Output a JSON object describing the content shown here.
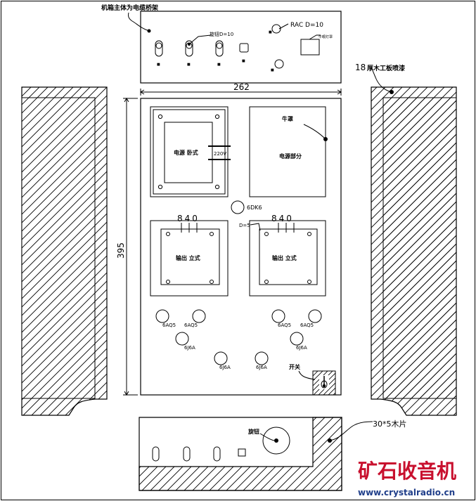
{
  "labels": {
    "chassis_note": "机箱主体为电缆桥架",
    "knob_dia": "旋钮D=10",
    "rac": "RAC  D=10",
    "cover_note": "牛眼灯罩",
    "wood_note_num": "18",
    "wood_note_text": "厚木工板喷漆",
    "width_dim": "262",
    "height_dim": "395",
    "power_tx": "电源  卧式",
    "voltage": "220V",
    "cover": "牛罩",
    "power_part": "电源部分",
    "tube_6dk6": "6DK6",
    "out_left_num": "840",
    "out_right_num": "840",
    "d5": "D=5",
    "out_left": "输出   立式",
    "out_right": "输出   立式",
    "tube_6aq5": "6AQ5",
    "tube_6j6a": "6J6A",
    "switch": "开关",
    "knob": "旋钮",
    "wood_strip": "30*5木片",
    "wm_cn": "矿石收音机",
    "wm_url": "www.crystalradio.cn"
  },
  "colors": {
    "line": "#000000",
    "watermark_red": "#c8102e",
    "watermark_blue": "#1f3e8a"
  }
}
